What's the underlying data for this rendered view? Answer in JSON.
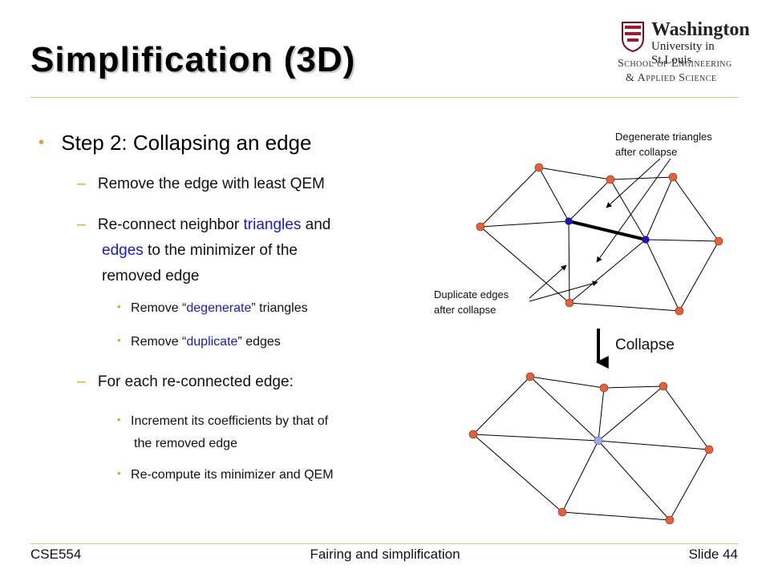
{
  "slide": {
    "title": "Simplification (3D)",
    "logo": {
      "line1": "Washington",
      "line2": "University in St.Louis",
      "line3": "School of Engineering",
      "line4": "& Applied Science"
    },
    "bullets": {
      "b1": "Step 2: Collapsing an edge",
      "b1_1": "Remove the edge with least QEM",
      "b1_2_pre": "Re-connect neighbor ",
      "b1_2_blue1": "triangles",
      "b1_2_mid": " and",
      "b1_2_blue2": "edges",
      "b1_2_post": " to the minimizer of the",
      "b1_2_line3": "removed edge",
      "b1_2_1_pre": "Remove “",
      "b1_2_1_blue": "degenerate",
      "b1_2_1_post": "” triangles",
      "b1_2_2_pre": "Remove “",
      "b1_2_2_blue": "duplicate",
      "b1_2_2_post": "” edges",
      "b1_3": "For each re-connected edge:",
      "b1_3_1_line1": "Increment its coefficients by that of",
      "b1_3_1_line2": "the removed edge",
      "b1_3_2": "Re-compute its minimizer and QEM"
    },
    "diagram": {
      "degenerate_line1": "Degenerate triangles",
      "degenerate_line2": "after collapse",
      "duplicate_line1": "Duplicate edges",
      "duplicate_line2": "after collapse",
      "collapse_label": "Collapse",
      "vertex_color": "#e8603a",
      "edge_endpoint_color": "#1414cc",
      "merged_vertex_color": "#a0a8e8"
    },
    "footer": {
      "left": "CSE554",
      "center": "Fairing and simplification",
      "right": "Slide 44"
    },
    "accent_color": "#e0a020",
    "rule_color": "#d9c48f"
  }
}
